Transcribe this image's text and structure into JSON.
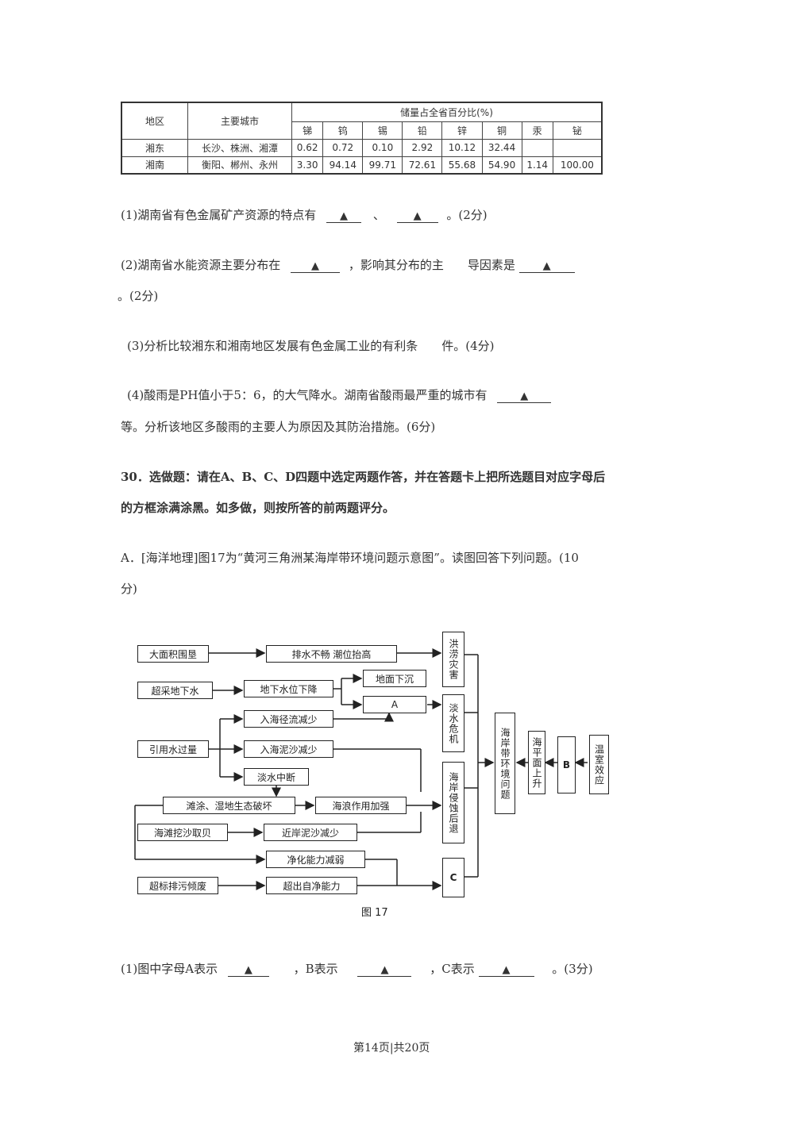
{
  "table": {
    "head_region": "地区",
    "head_city": "主要城市",
    "head_reserve": "储量占全省百分比(%)",
    "minerals": [
      "锑",
      "钨",
      "锡",
      "铅",
      "锌",
      "铜",
      "汞",
      "铋"
    ],
    "rows": [
      {
        "region": "湘东",
        "cities": "长沙、株洲、湘潭",
        "values": [
          "0.62",
          "0.72",
          "0.10",
          "2.92",
          "10.12",
          "32.44",
          "",
          ""
        ]
      },
      {
        "region": "湘南",
        "cities": "衡阳、郴州、永州",
        "values": [
          "3.30",
          "94.14",
          "99.71",
          "72.61",
          "55.68",
          "54.90",
          "1.14",
          "100.00"
        ]
      }
    ]
  },
  "questions": {
    "q1_text": "(1)湖南省有色金属矿产资源的特点有",
    "q1_sep": "、",
    "q1_score": "。(2分)",
    "q2_text_a": "(2)湖南省水能资源主要分布在",
    "q2_text_b": "，影响其分布的主　　导因素是",
    "q2_score": "。(2分)",
    "q3_text": "(3)分析比较湘东和湘南地区发展有色金属工业的有利条　　件。(4分)",
    "q4_text_a": "(4)酸雨是PH值小于5：6，的大气降水。湖南省酸雨最严重的城市有",
    "q4_text_b": "等。分析该地区多酸雨的主要人为原因及其防治措施。(6分)",
    "q30_line1": "30．选做题：请在A、B、C、D四题中选定两题作答，并在答题卡上把所选题目对应字母后",
    "q30_line2": "的方框涂满涂黑。如多做，则按所答的前两题评分。",
    "qA_line1": "A．[海洋地理]图17为“黄河三角洲某海岸带环境问题示意图”。读图回答下列问题。(10",
    "qA_line2": "分)",
    "qA1_a": "(1)图中字母A表示",
    "qA1_b": "，B表示",
    "qA1_c": "，C表示",
    "qA1_score": "。(3分)",
    "triangle": "▲"
  },
  "diagram": {
    "caption": "图 17",
    "boxes": {
      "b1": "大面积围垦",
      "b2": "排水不畅 潮位抬高",
      "b3": "超采地下水",
      "b4": "地下水位下降",
      "b5": "地面下沉",
      "b6": "A",
      "b7": "入海径流减少",
      "b8": "引用水过量",
      "b9": "入海泥沙减少",
      "b10": "淡水中断",
      "b11": "滩涂、湿地生态破坏",
      "b12": "海浪作用加强",
      "b13": "海滩挖沙取贝",
      "b14": "近岸泥沙减少",
      "b15": "净化能力减弱",
      "b16": "超标排污倾废",
      "b17": "超出自净能力",
      "v1": "洪涝灾害",
      "v2": "淡水危机",
      "v3": "海岸侵蚀后退",
      "v4": "C",
      "v5": "海岸带环境问题",
      "v6": "海平面上升",
      "v7": "B",
      "v8": "温室效应"
    }
  },
  "footer": "第14页|共20页"
}
